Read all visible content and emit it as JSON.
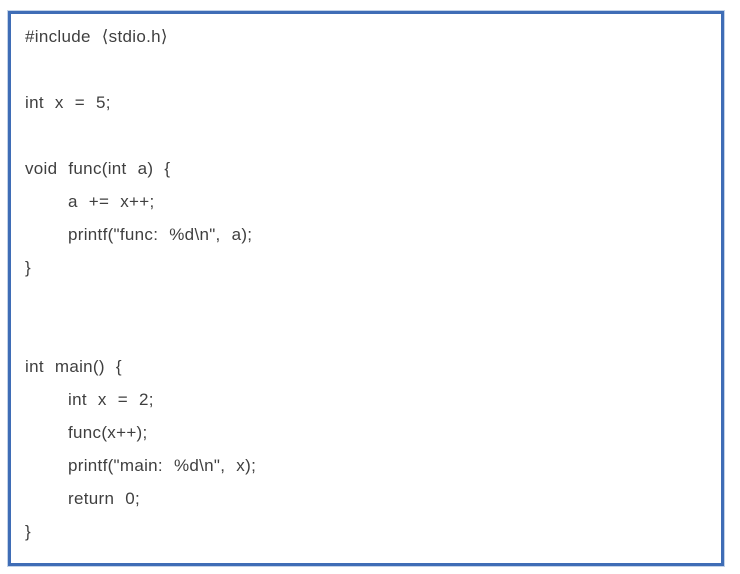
{
  "page": {
    "background_color": "#ffffff"
  },
  "code_box": {
    "border_color": "#3f6db6",
    "background_color": "#ffffff",
    "text_color": "#3f3f3f",
    "language": "c",
    "lines": [
      {
        "text": "#include ⟨stdio.h⟩",
        "indent": 0
      },
      {
        "text": "",
        "indent": 0
      },
      {
        "text": "int x = 5;",
        "indent": 0
      },
      {
        "text": "",
        "indent": 0
      },
      {
        "text": "void func(int a) {",
        "indent": 0
      },
      {
        "text": "a += x++;",
        "indent": 1
      },
      {
        "text": "printf(\"func: %d\\n\", a);",
        "indent": 1
      },
      {
        "text": "}",
        "indent": 0
      },
      {
        "text": "",
        "indent": 0
      },
      {
        "text": "",
        "indent": 0
      },
      {
        "text": "int main() {",
        "indent": 0
      },
      {
        "text": "int x = 2;",
        "indent": 1
      },
      {
        "text": "func(x++);",
        "indent": 1
      },
      {
        "text": "printf(\"main: %d\\n\", x);",
        "indent": 1
      },
      {
        "text": "return 0;",
        "indent": 1
      },
      {
        "text": "}",
        "indent": 0
      }
    ]
  }
}
